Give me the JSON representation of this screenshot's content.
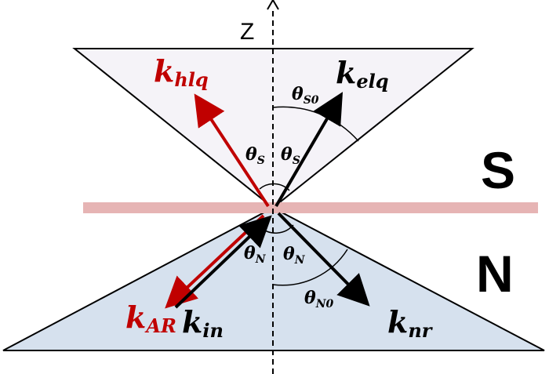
{
  "colors": {
    "upper_cone_fill": "#f5f3f8",
    "lower_cone_fill": "#d6e1ee",
    "interface_band": "#e6b4b4",
    "black": "#000000",
    "red": "#c00000"
  },
  "axis": {
    "label": "Z"
  },
  "regions": {
    "superconductor": "S",
    "normal": "N"
  },
  "vectors": {
    "k_hlq": {
      "base": "k",
      "sub": "hlq"
    },
    "k_elq": {
      "base": "k",
      "sub": "elq"
    },
    "k_AR": {
      "base": "k",
      "sub": "AR"
    },
    "k_in": {
      "base": "k",
      "sub": "in"
    },
    "k_nr": {
      "base": "k",
      "sub": "nr"
    }
  },
  "angles": {
    "theta_s_left": {
      "base": "θ",
      "sub": "S"
    },
    "theta_s_right": {
      "base": "θ",
      "sub": "S"
    },
    "theta_s0": {
      "base": "θ",
      "sub": "S0"
    },
    "theta_n_left": {
      "base": "θ",
      "sub": "N"
    },
    "theta_n_right": {
      "base": "θ",
      "sub": "N"
    },
    "theta_n0": {
      "base": "θ",
      "sub": "N0"
    }
  }
}
